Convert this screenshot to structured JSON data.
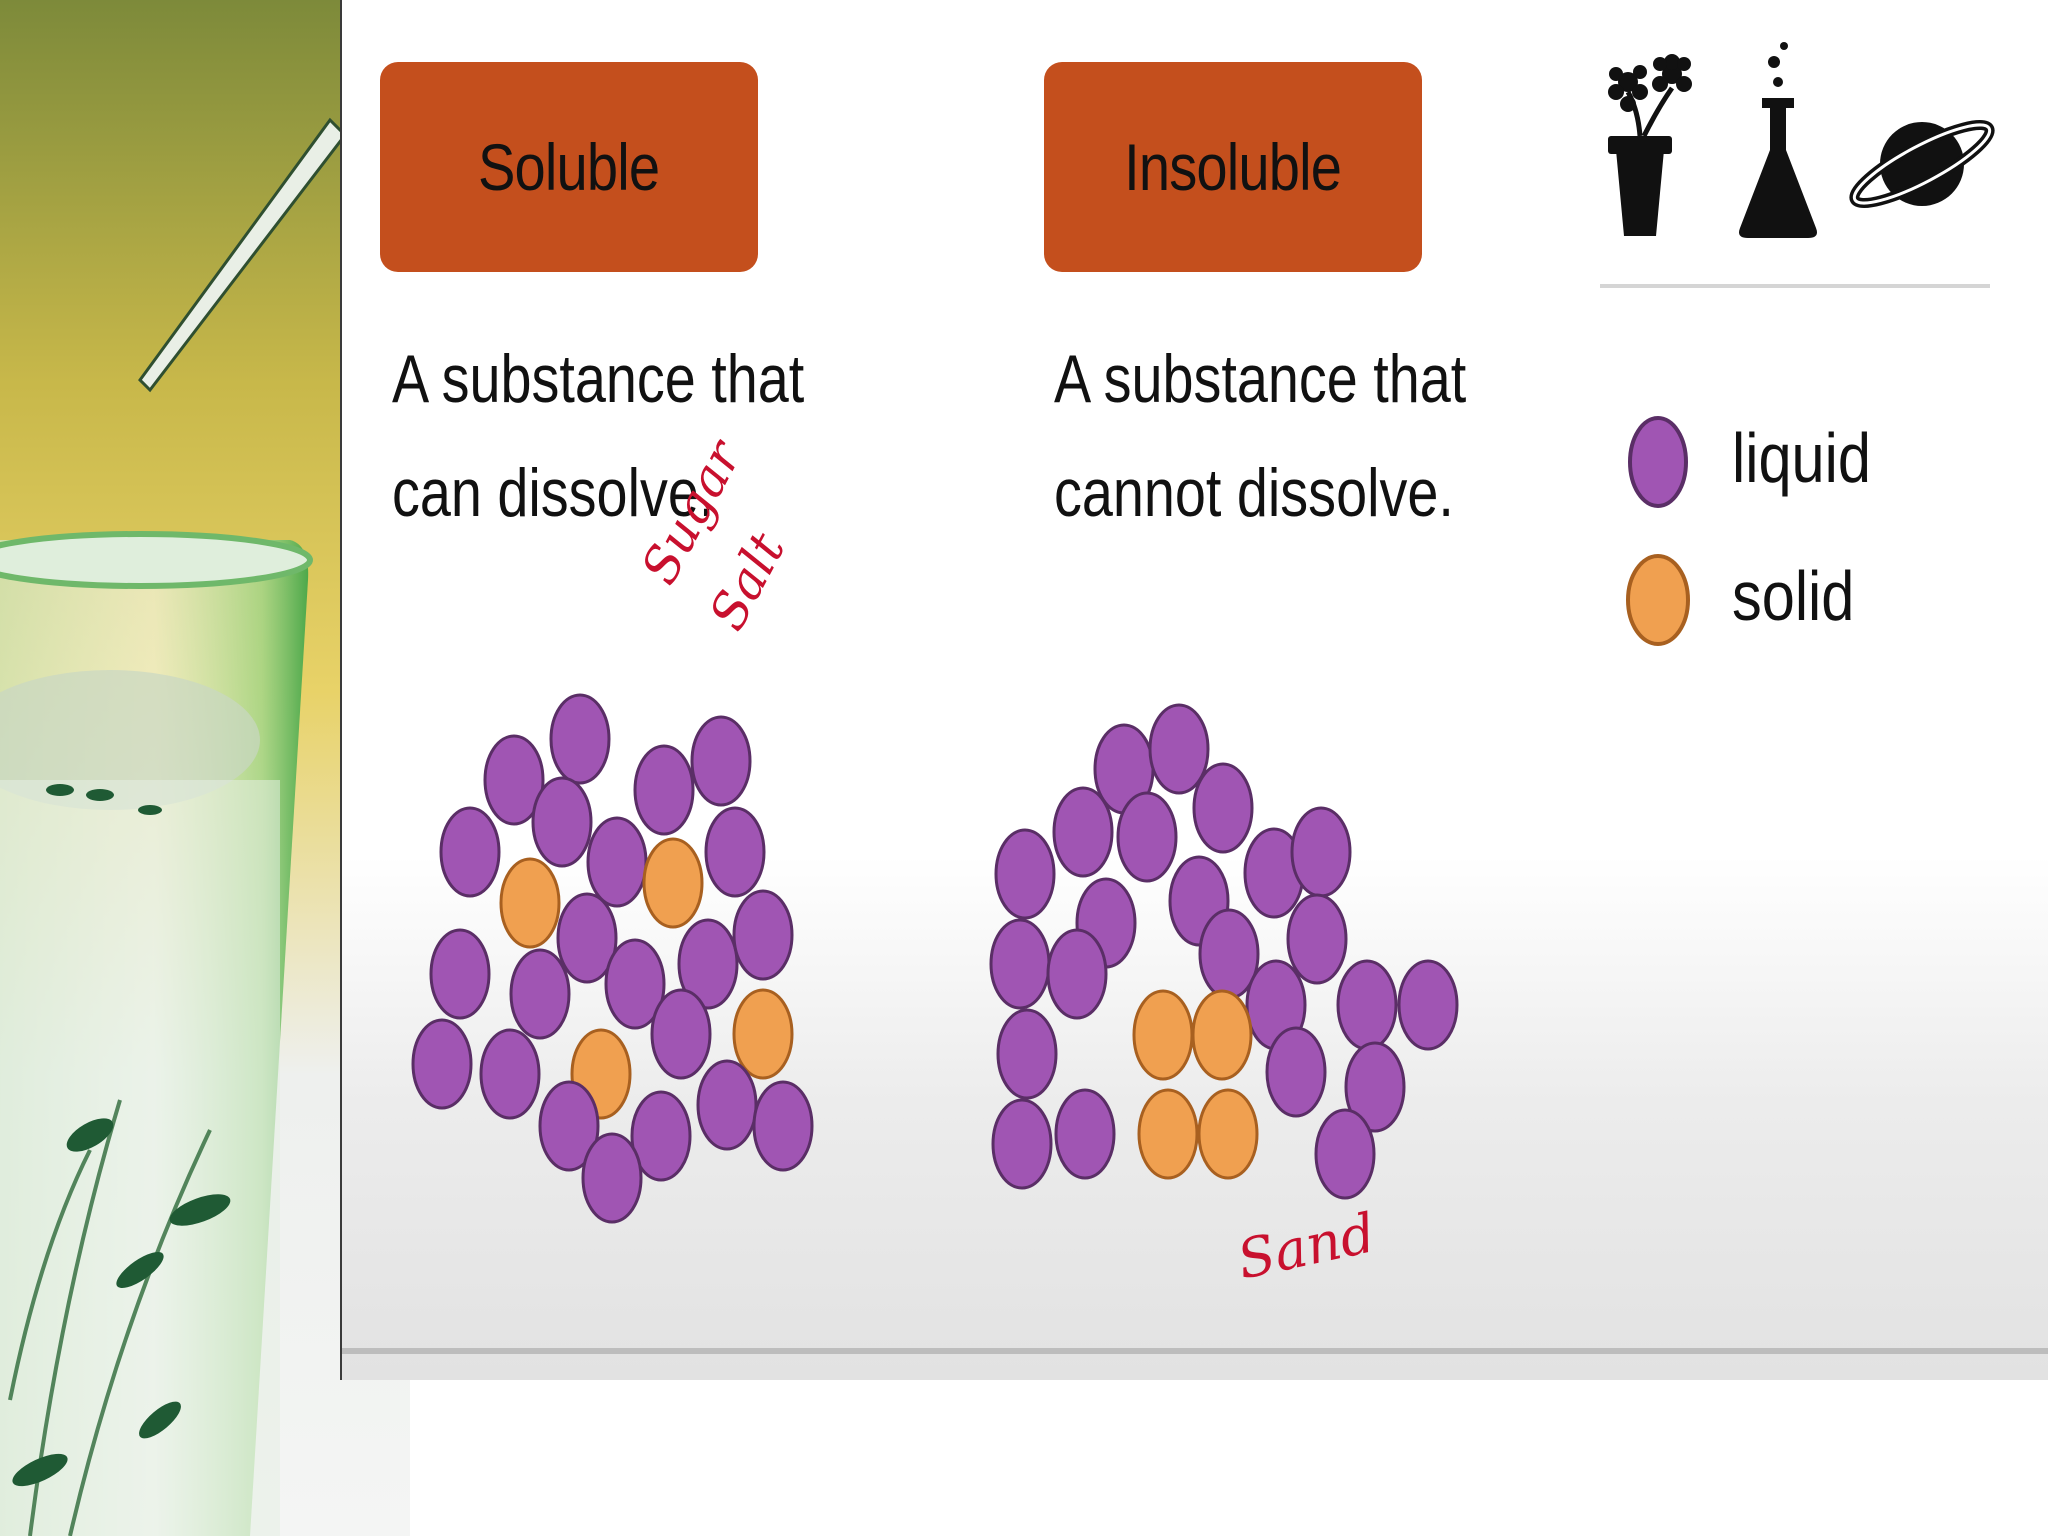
{
  "colors": {
    "title_box": "#c44f1d",
    "liquid": "#a055b3",
    "solid": "#f0a050",
    "handwriting": "#c8102e"
  },
  "soluble": {
    "title": "Soluble",
    "desc_line1": "A substance that",
    "desc_line2": "can dissolve.",
    "note_line1": "Sugar",
    "note_line2": "Salt"
  },
  "insoluble": {
    "title": "Insoluble",
    "desc_line1": "A substance that",
    "desc_line2": "cannot dissolve.",
    "note": "Sand"
  },
  "icons": [
    "flower-pot-icon",
    "flask-icon",
    "planet-icon"
  ],
  "legend": {
    "liquid_label": "liquid",
    "solid_label": "solid"
  }
}
